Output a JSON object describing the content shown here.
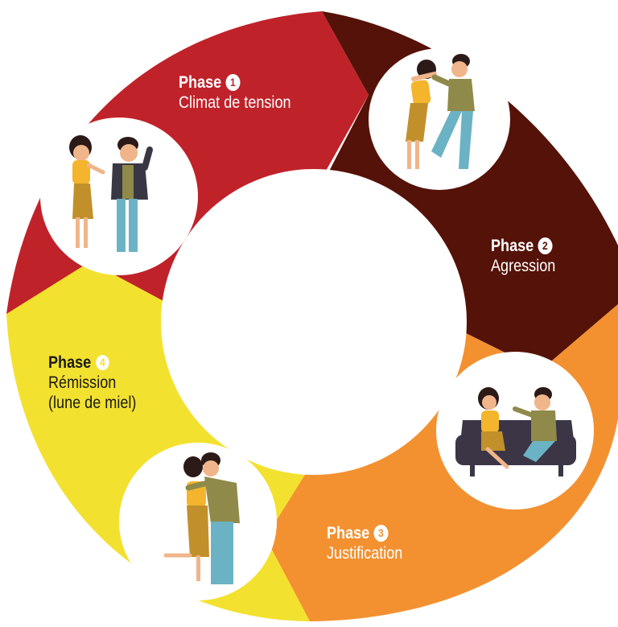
{
  "diagram": {
    "phases": [
      {
        "id": 1,
        "title": "Phase",
        "number": "1",
        "lines": [
          "Climat de tension"
        ],
        "color": "#c0222a"
      },
      {
        "id": 2,
        "title": "Phase",
        "number": "2",
        "lines": [
          "Agression"
        ],
        "color": "#551208"
      },
      {
        "id": 3,
        "title": "Phase",
        "number": "3",
        "lines": [
          "Justification"
        ],
        "color": "#f39130"
      },
      {
        "id": 4,
        "title": "Phase",
        "number": "4",
        "lines": [
          "Rémission",
          "(lune de miel)"
        ],
        "color": "#f3e12f"
      }
    ],
    "colors": {
      "skin": "#f0b58a",
      "hair": "#2b1a17",
      "woman_top": "#f4b52d",
      "woman_skirt": "#c2902a",
      "man_jacket": "#3a3745",
      "man_shirt": "#8f8a4a",
      "man_pants": "#6bb3c4",
      "sofa": "#3b3546",
      "circle_border": "#ffffff"
    }
  }
}
